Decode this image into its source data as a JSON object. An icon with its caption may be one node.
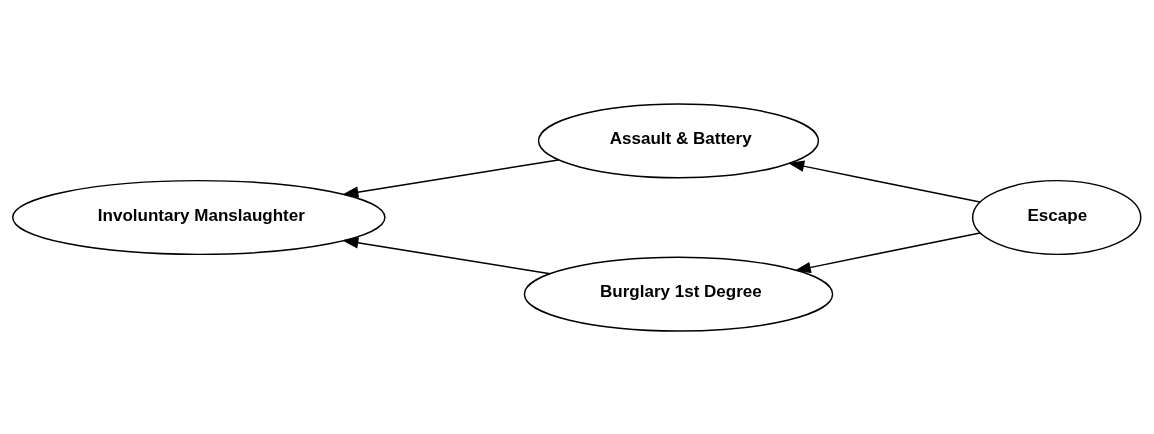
{
  "diagram": {
    "nodes": [
      {
        "text": [
          "Assault & Battery"
        ]
      },
      {
        "text": [
          "Involuntary Manslaughter"
        ]
      },
      {
        "text": [
          "Escape"
        ]
      },
      {
        "text": [
          "Burglary 1st Degree"
        ]
      }
    ],
    "edges": [
      {
        "from": 2,
        "to": 0,
        "arrow": "to"
      },
      {
        "from": 2,
        "to": 3,
        "arrow": "to"
      },
      {
        "from": 0,
        "to": 1,
        "arrow": "to"
      },
      {
        "from": 3,
        "to": 1,
        "arrow": "to"
      }
    ]
  }
}
